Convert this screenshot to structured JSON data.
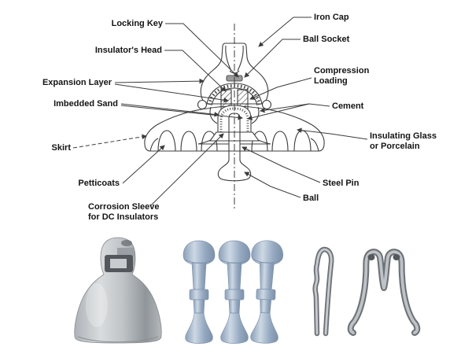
{
  "diagram": {
    "labels": {
      "locking_key": "Locking Key",
      "iron_cap": "Iron Cap",
      "insulators_head": "Insulator's Head",
      "ball_socket": "Ball Socket",
      "expansion_layer": "Expansion Layer",
      "compression_loading_line1": "Compression",
      "compression_loading_line2": "Loading",
      "imbedded_sand": "Imbedded Sand",
      "cement": "Cement",
      "skirt": "Skirt",
      "insulating_glass_line1": "Insulating Glass",
      "insulating_glass_line2": "or Porcelain",
      "petticoats": "Petticoats",
      "steel_pin": "Steel Pin",
      "corrosion_sleeve_line1": "Corrosion Sleeve",
      "corrosion_sleeve_line2": "for DC Insulators",
      "ball": "Ball"
    }
  },
  "photos": {
    "items": [
      {
        "name": "iron-cap-photo"
      },
      {
        "name": "steel-pin-photo-1"
      },
      {
        "name": "steel-pin-photo-2"
      },
      {
        "name": "steel-pin-photo-3"
      },
      {
        "name": "cotter-pin-photo"
      },
      {
        "name": "w-clip-photo"
      }
    ]
  },
  "colors": {
    "line": "#3c3c3c",
    "label_text": "#141414",
    "locking_key_fill": "#9a9a9a",
    "metal_light": "#dcdfe1",
    "metal_mid": "#aab0b5",
    "metal_dark": "#868b90",
    "pin_light": "#cdd8e4",
    "pin_mid": "#94a8c0",
    "pin_dark": "#7c90a9"
  },
  "background": "#ffffff"
}
